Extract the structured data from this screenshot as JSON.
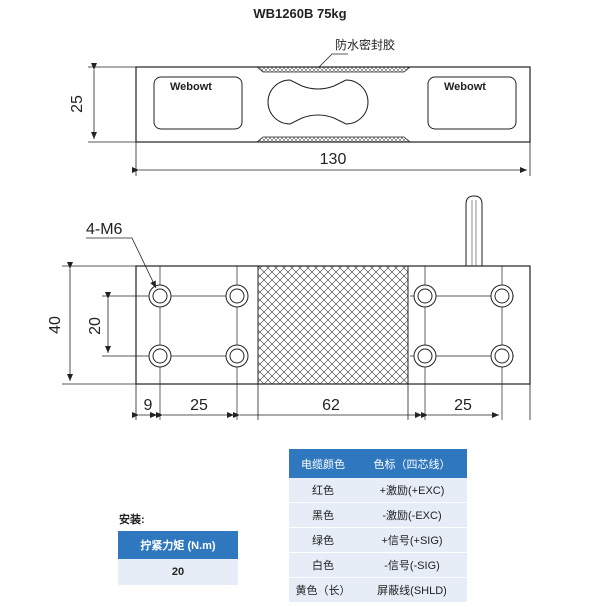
{
  "title": "WB1260B 75kg",
  "top_view": {
    "brand_left": "Webowt",
    "brand_right": "Webowt",
    "seal_label": "防水密封胶",
    "dim_height": "25",
    "dim_length": "130"
  },
  "side_view": {
    "hole_label": "4-M6",
    "dim_height": "40",
    "dim_hole_spacing": "20",
    "dim_offset": "9",
    "dim_left_pitch": "25",
    "dim_center": "62",
    "dim_right_pitch": "25"
  },
  "wire_table": {
    "headers": [
      "电缆颜色",
      "色标（四芯线）"
    ],
    "rows": [
      [
        "红色",
        "+激励(+EXC)"
      ],
      [
        "黑色",
        "-激励(-EXC)"
      ],
      [
        "绿色",
        "+信号(+SIG)"
      ],
      [
        "白色",
        "-信号(-SIG)"
      ],
      [
        "黄色（长）",
        "屏蔽线(SHLD)"
      ]
    ]
  },
  "install": {
    "label": "安装:",
    "header": "拧紧力矩 (N.m)",
    "value": "20"
  }
}
